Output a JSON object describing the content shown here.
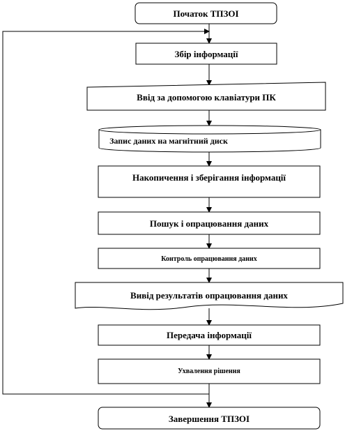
{
  "flowchart": {
    "start": "Початок ТПЗОІ",
    "collect": "Збір інформації",
    "input": "Ввід  за допомогою клавіатури  ПК",
    "record": "Запис даних на магнітний диск",
    "accumulate": "Накопичення і зберігання інформації",
    "search": "Пошук  і опрацювання даних",
    "control": "Контроль  опрацювання даних",
    "output": "Вивід  результатів  опрацювання даних",
    "transfer": "Передача інформації",
    "decision": "Ухвалення  рішення",
    "end": "Завершення  ТПЗОІ"
  }
}
